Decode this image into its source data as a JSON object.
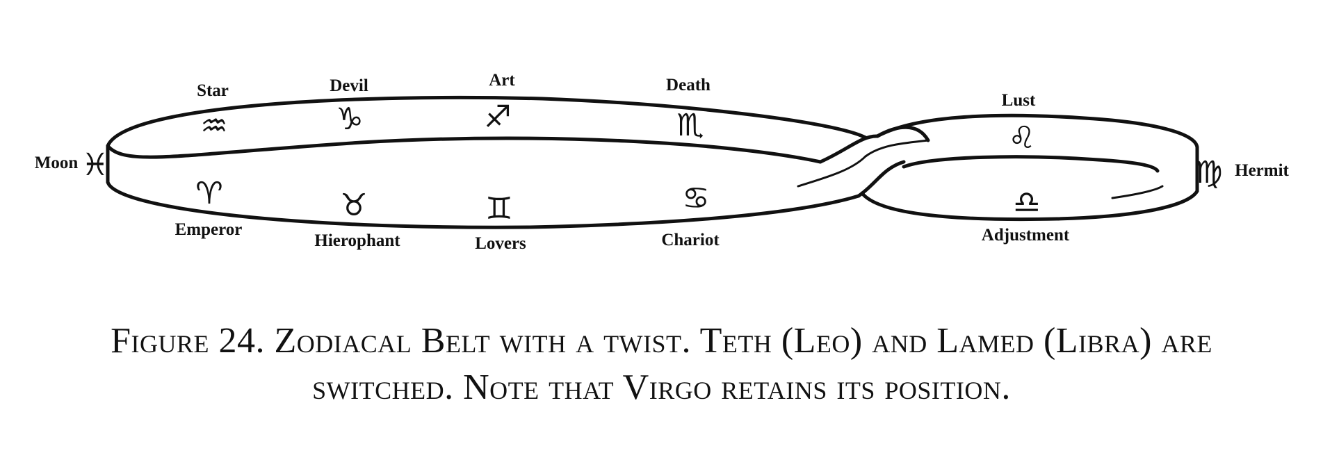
{
  "diagram": {
    "labels": {
      "star": "Star",
      "devil": "Devil",
      "art": "Art",
      "death": "Death",
      "lust": "Lust",
      "moon": "Moon",
      "hermit": "Hermit",
      "emperor": "Emperor",
      "hierophant": "Hierophant",
      "lovers": "Lovers",
      "chariot": "Chariot",
      "adjustment": "Adjustment"
    },
    "symbols": {
      "aquarius": "♒",
      "capricorn": "♑",
      "sagittarius": "♐",
      "scorpio": "♏",
      "leo": "♌",
      "pisces": "♓",
      "virgo": "♍",
      "aries": "♈",
      "taurus": "♉",
      "gemini": "♊",
      "cancer": "♋",
      "libra": "♎"
    }
  },
  "caption": {
    "line1": "Figure 24. Zodiacal Belt with a twist. Teth (Leo) and Lamed (Libra) are",
    "line2": "switched. Note that Virgo retains its position."
  }
}
